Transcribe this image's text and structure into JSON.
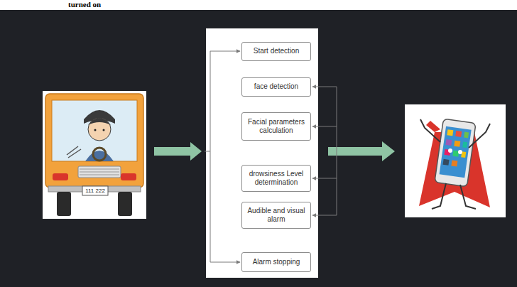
{
  "diagram": {
    "nodes": [
      {
        "text": [
          "Start detection"
        ]
      },
      {
        "text": [
          "face detection"
        ]
      },
      {
        "text": [
          "Facial parameters calculation"
        ]
      },
      {
        "text": [
          "drowsiness Level determination"
        ]
      },
      {
        "text": [
          "Audible and visual alarm"
        ]
      },
      {
        "text": [
          "Alarm stopping"
        ]
      }
    ],
    "labels": [
      "turned on",
      "111 222"
    ]
  }
}
